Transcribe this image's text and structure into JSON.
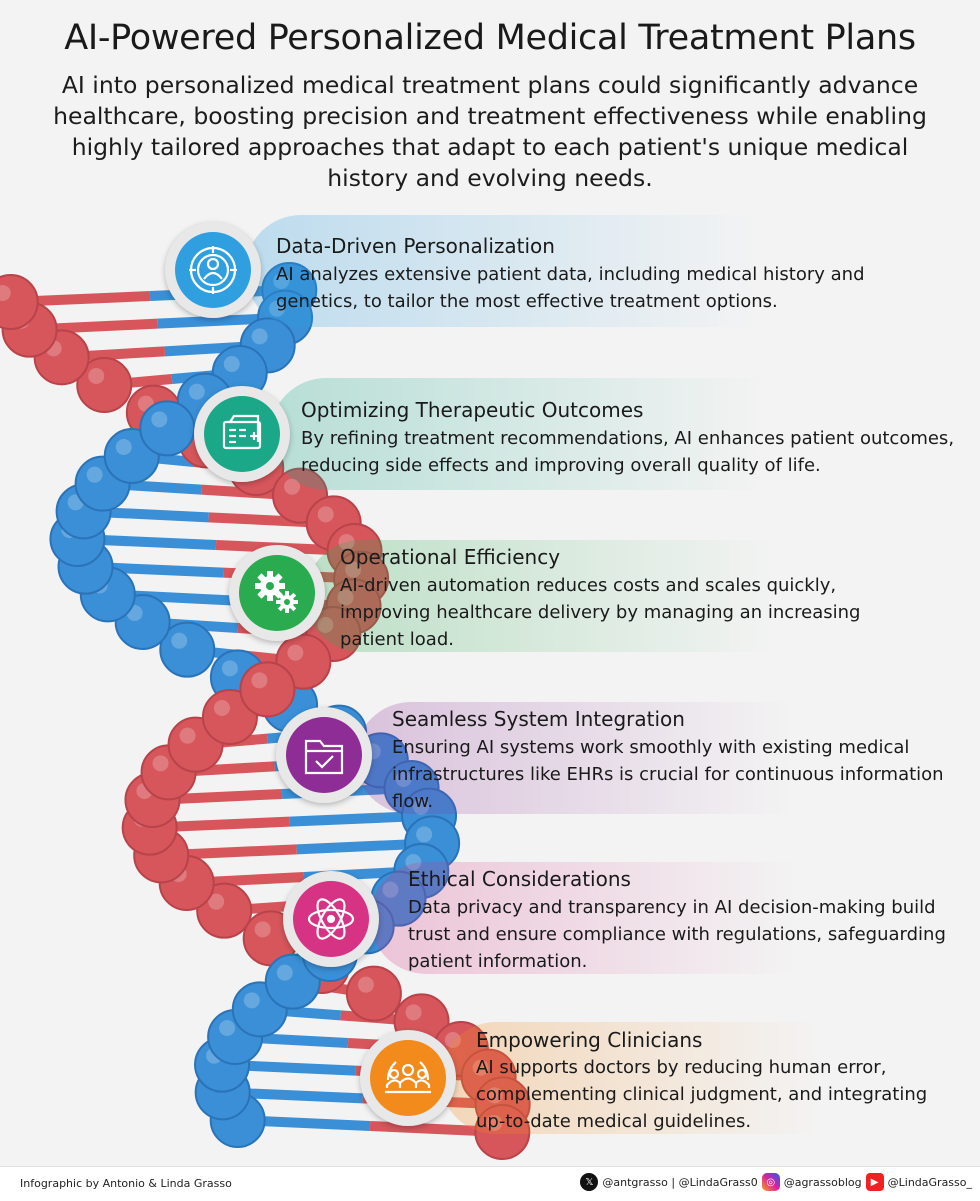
{
  "header": {
    "title": "AI-Powered Personalized Medical Treatment Plans",
    "subtitle": "AI into personalized medical treatment plans could significantly advance healthcare, boosting precision and treatment effectiveness while enabling highly tailored approaches that adapt to each patient's unique medical history and evolving needs."
  },
  "cards": [
    {
      "title": "Data-Driven Personalization",
      "text": "AI analyzes extensive patient data, including medical history and genetics, to tailor the most effective treatment options.",
      "color": "#2f9fe0",
      "icon": "person-target-icon"
    },
    {
      "title": "Optimizing Therapeutic Outcomes",
      "text": "By refining treatment recommendations, AI enhances patient outcomes, reducing side effects and improving overall quality of life.",
      "color": "#1aa889",
      "icon": "treatment-card-icon"
    },
    {
      "title": "Operational Efficiency",
      "text": "AI-driven automation reduces costs and scales quickly, improving healthcare delivery by managing an increasing patient load.",
      "color": "#2bab50",
      "icon": "gears-icon"
    },
    {
      "title": "Seamless System Integration",
      "text": "Ensuring AI systems work smoothly with existing medical infrastructures like EHRs is crucial for continuous information flow.",
      "color": "#8d2d95",
      "icon": "folder-check-icon"
    },
    {
      "title": "Ethical Considerations",
      "text": "Data privacy and transparency in AI decision-making build trust and ensure compliance with regulations, safeguarding patient information.",
      "color": "#d63384",
      "icon": "atom-icon"
    },
    {
      "title": "Empowering Clinicians",
      "text": "AI supports doctors by reducing human error, complementing clinical judgment, and integrating up-to-date medical guidelines.",
      "color": "#f28a1c",
      "icon": "team-icon"
    }
  ],
  "footer": {
    "credit": "Infographic by Antonio & Linda Grasso",
    "x_handle": "@antgrasso | @LindaGrass0",
    "instagram": "@agrassoblog",
    "youtube": "@LindaGrasso_"
  }
}
